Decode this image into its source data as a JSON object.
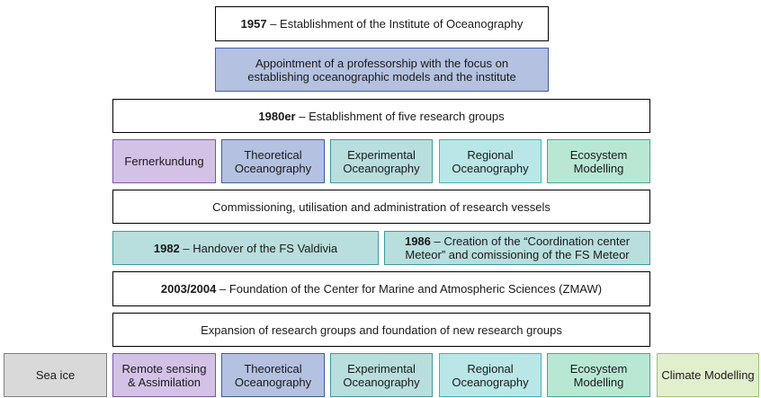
{
  "row1": {
    "year": "1957",
    "text": " – Establishment of the Institute of Oceanography"
  },
  "row2": {
    "text": "Appointment of a professorship with the focus on establishing oceanographic models and the institute"
  },
  "row3": {
    "year": "1980er",
    "text": " – Establishment of five research groups"
  },
  "groups_1980": [
    "Fernerkundung",
    "Theoretical Oceanography",
    "Experimental Oceanography",
    "Regional Oceanography",
    "Ecosystem Modelling"
  ],
  "row5": {
    "text": "Commissioning, utilisation and administration of research vessels"
  },
  "row6": {
    "left": {
      "year": "1982",
      "text": " –  Handover of the FS  Valdivia"
    },
    "right": {
      "year": "1986",
      "text": " – Creation of the “Coordination center Meteor” and comissioning of the FS Meteor"
    }
  },
  "row7": {
    "year": "2003/2004",
    "text": " – Foundation of the Center for Marine and Atmospheric Sciences (ZMAW)"
  },
  "row8": {
    "text": "Expansion of research groups and foundation of new research groups"
  },
  "groups_new": [
    "Sea ice",
    "Remote sensing & Assimilation",
    "Theoretical Oceanography",
    "Experimental Oceanography",
    "Regional Oceanography",
    "Ecosystem Modelling",
    "Climate Modelling"
  ]
}
